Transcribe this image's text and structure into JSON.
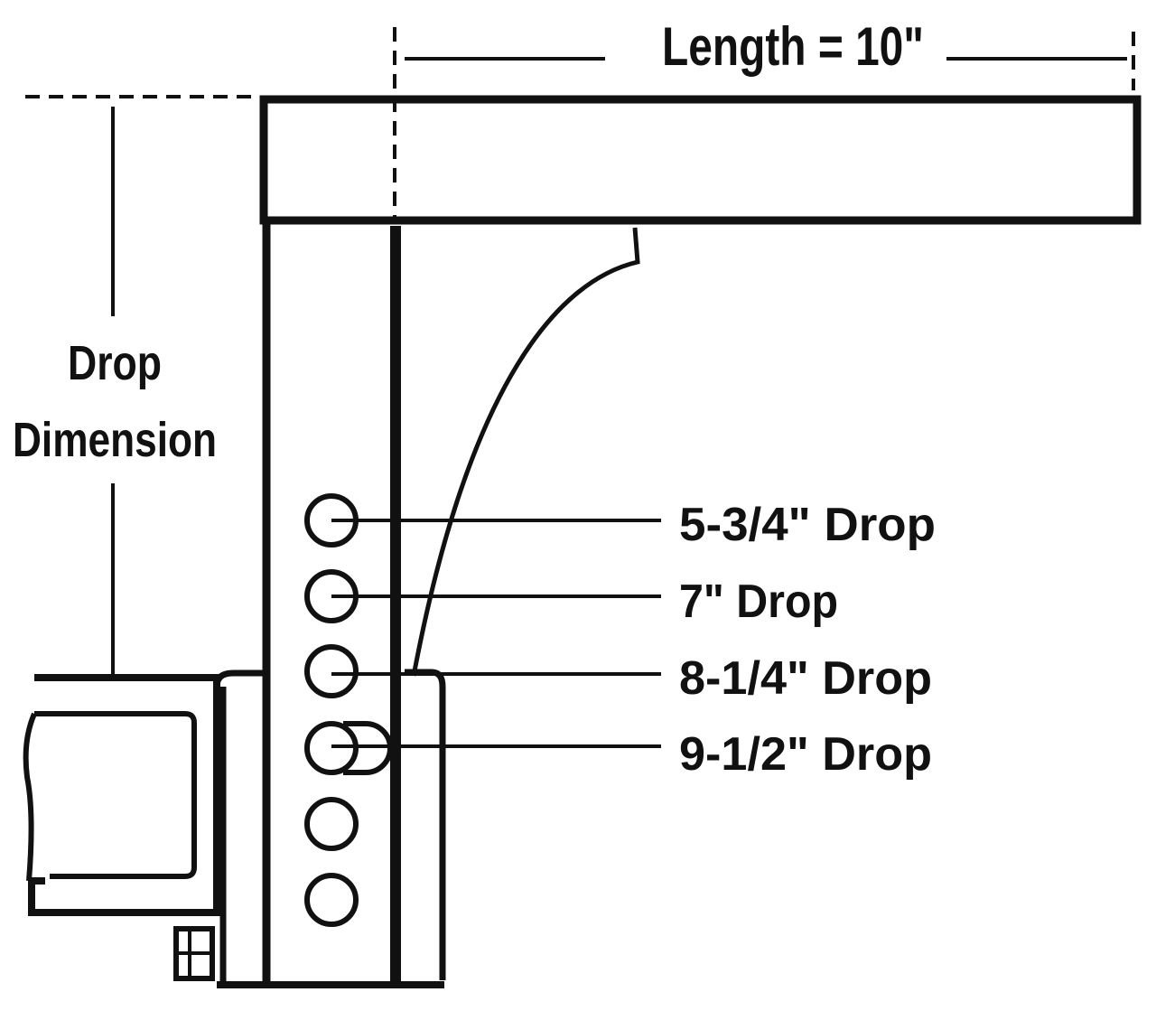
{
  "diagram": {
    "length_label": "Length = 10\"",
    "drop_label_line1": "Drop",
    "drop_label_line2": "Dimension",
    "holes": [
      {
        "label": "5-3/4\" Drop"
      },
      {
        "label": "7\" Drop"
      },
      {
        "label": "8-1/4\" Drop"
      },
      {
        "label": "9-1/2\" Drop"
      }
    ]
  }
}
